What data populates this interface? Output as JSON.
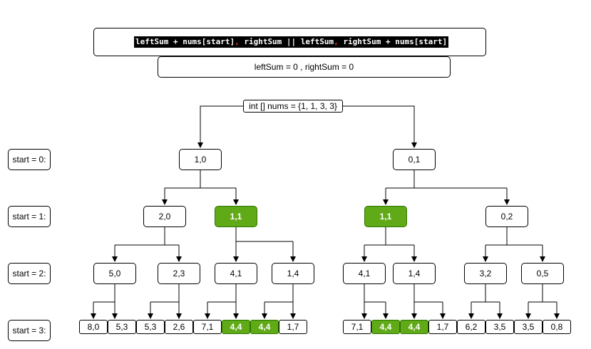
{
  "formula": {
    "left": "leftSum + nums[start]",
    "sep": ",",
    "right": " rightSum || leftSum",
    "sep2": ",",
    "tail": " rightSum + nums[start]"
  },
  "init_label": "leftSum = 0 , rightSum = 0",
  "root_label": "int [] nums  = {1, 1, 3, 3}",
  "row_labels": [
    "start = 0:",
    "start = 1:",
    "start = 2:",
    "start = 3:"
  ],
  "level0": [
    {
      "label": "1,0"
    },
    {
      "label": "0,1"
    }
  ],
  "level1": [
    {
      "label": "2,0",
      "highlight": false
    },
    {
      "label": "1,1",
      "highlight": true
    },
    {
      "label": "1,1",
      "highlight": true
    },
    {
      "label": "0,2",
      "highlight": false
    }
  ],
  "level2": [
    {
      "label": "5,0"
    },
    {
      "label": "2,3"
    },
    {
      "label": "4,1"
    },
    {
      "label": "1,4"
    },
    {
      "label": "4,1"
    },
    {
      "label": "1,4"
    },
    {
      "label": "3,2"
    },
    {
      "label": "0,5"
    }
  ],
  "level3": [
    {
      "label": "8,0",
      "highlight": false
    },
    {
      "label": "5,3",
      "highlight": false
    },
    {
      "label": "5,3",
      "highlight": false
    },
    {
      "label": "2,6",
      "highlight": false
    },
    {
      "label": "7,1",
      "highlight": false
    },
    {
      "label": "4,4",
      "highlight": true
    },
    {
      "label": "4,4",
      "highlight": true
    },
    {
      "label": "1,7",
      "highlight": false
    },
    {
      "label": "7,1",
      "highlight": false
    },
    {
      "label": "4,4",
      "highlight": true
    },
    {
      "label": "4,4",
      "highlight": true
    },
    {
      "label": "1,7",
      "highlight": false
    },
    {
      "label": "6,2",
      "highlight": false
    },
    {
      "label": "3,5",
      "highlight": false
    },
    {
      "label": "3,5",
      "highlight": false
    },
    {
      "label": "0,8",
      "highlight": false
    }
  ],
  "colors": {
    "highlight_fill": "#60a917",
    "highlight_border": "#2d7600",
    "formula_bg": "#000000",
    "formula_comma": "#e8402a"
  }
}
